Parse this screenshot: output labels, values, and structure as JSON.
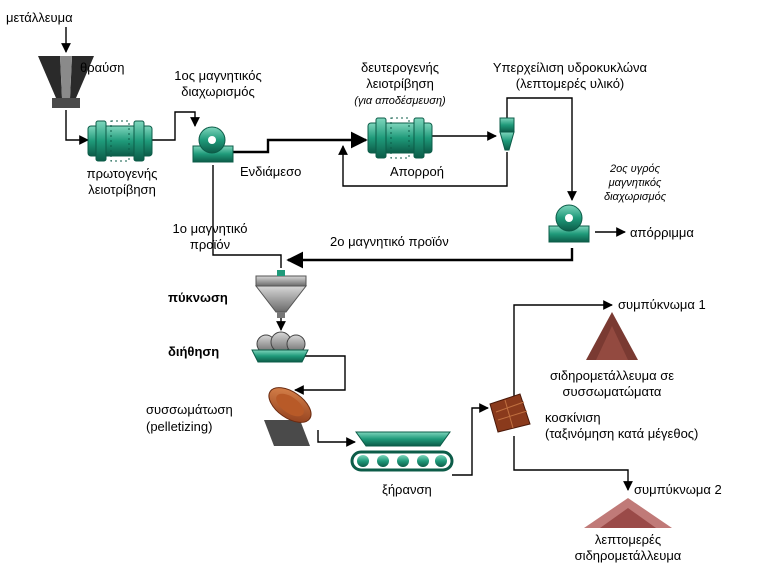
{
  "labels": {
    "ore": "μετάλλευμα",
    "crushing": "θραύση",
    "primary_grinding_l1": "πρωτογενής",
    "primary_grinding_l2": "λειοτρίβηση",
    "mag_sep1_l1": "1ος μαγνητικός",
    "mag_sep1_l2": "διαχωρισμός",
    "secondary_grinding_l1": "δευτερογενής",
    "secondary_grinding_l2": "λειοτρίβηση",
    "secondary_grinding_l3": "(για αποδέσμευση)",
    "cyclone_overflow_l1": "Υπερχείλιση υδροκυκλώνα",
    "cyclone_overflow_l2": "(λεπτομερές υλικό)",
    "middlings": "Ενδιάμεσο",
    "underflow": "Απορροή",
    "mag_sep2_l1": "2ος υγρός",
    "mag_sep2_l2": "μαγνητικός",
    "mag_sep2_l3": "διαχωρισμός",
    "mag_product1_l1": "1ο μαγνητικό",
    "mag_product1_l2": "προϊόν",
    "mag_product2": "2ο μαγνητικό προϊόν",
    "tailings": "απόρριμμα",
    "thickening": "πύκνωση",
    "filtration": "διήθηση",
    "pelletizing_l1": "συσσωμάτωση",
    "pelletizing_l2": "(pelletizing)",
    "drying": "ξήρανση",
    "screening_l1": "κοσκίνιση",
    "screening_l2": "(ταξινόμηση κατά μέγεθος)",
    "concentrate1": "συμπύκνωμα 1",
    "pellets_l1": "σιδηρομετάλλευμα σε",
    "pellets_l2": "συσσωματώματα",
    "concentrate2": "συμπύκνωμα 2",
    "fines_l1": "λεπτομερές",
    "fines_l2": "σιδηρομετάλλευμα"
  },
  "icons": {
    "crusher": "cone-crusher-icon",
    "mill": "ball-mill-icon",
    "separator": "magnetic-separator-icon",
    "cyclone": "hydrocyclone-icon",
    "thickener": "thickener-icon",
    "filter": "disc-filter-icon",
    "pelletizer": "pelletizing-disc-icon",
    "dryer": "conveyor-dryer-icon",
    "screen": "screen-icon",
    "pile": "stockpile-icon"
  },
  "colors": {
    "equipment_green": "#1f9a7a",
    "equipment_dark": "#0c5c48",
    "crusher_grey": "#4a4a4a",
    "pellets_brown": "#7a3a32",
    "screen_brown": "#8a3a1c",
    "fines_pink": "#c07a78"
  }
}
